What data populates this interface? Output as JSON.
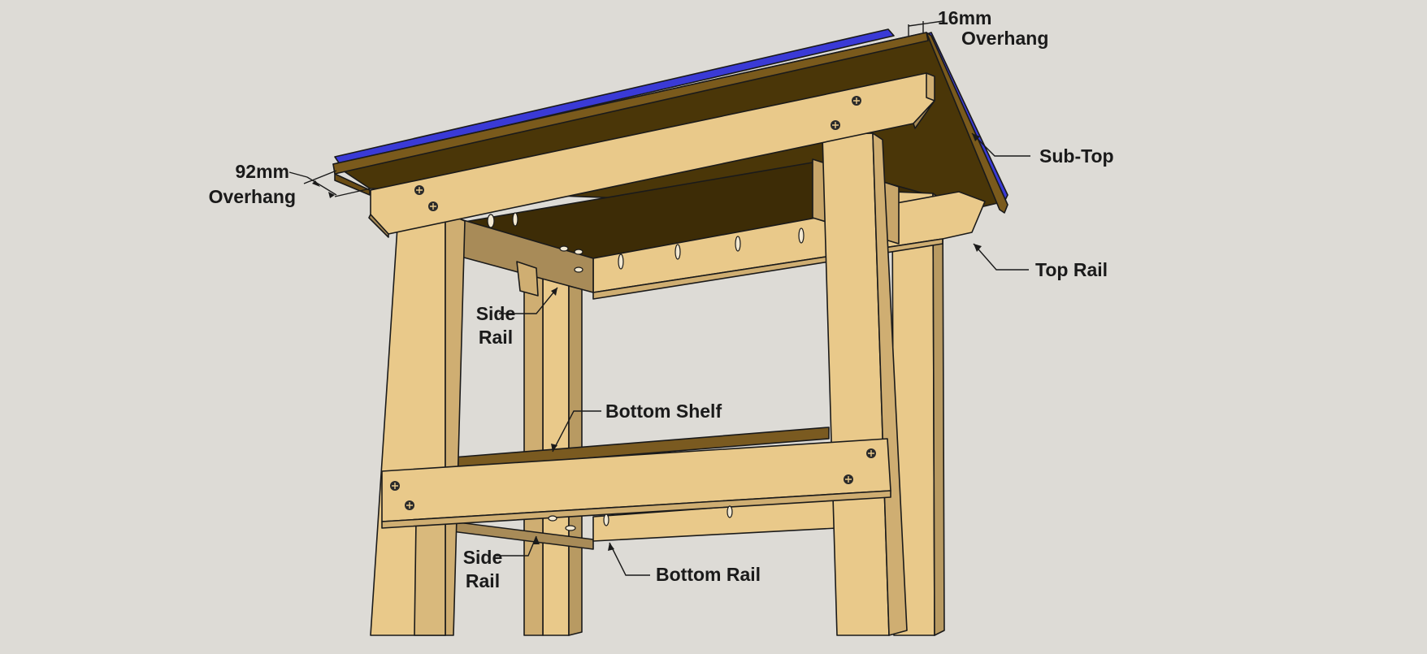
{
  "colors": {
    "background": "#dddbd6",
    "wood_face": "#e9c98a",
    "wood_side": "#cfae72",
    "wood_shadow": "#a88b58",
    "dark_top": "#4a3608",
    "sub_top_edge": "#7a5a1c",
    "blue_top": "#3a3ad6",
    "bottom_shelf": "#7a5a20",
    "line": "#1a1a1a",
    "screw": "#2a2a2a"
  },
  "labels": {
    "overhang_16_value": "16mm",
    "overhang_16_word": "Overhang",
    "overhang_92_value": "92mm",
    "overhang_92_word": "Overhang",
    "sub_top": "Sub-Top",
    "top_rail": "Top Rail",
    "side_rail_upper_line1": "Side",
    "side_rail_upper_line2": "Rail",
    "bottom_shelf": "Bottom Shelf",
    "side_rail_lower_line1": "Side",
    "side_rail_lower_line2": "Rail",
    "bottom_rail": "Bottom Rail"
  }
}
